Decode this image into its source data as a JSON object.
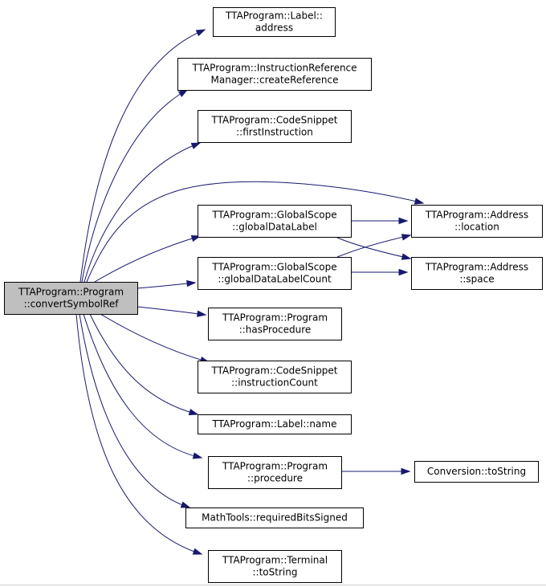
{
  "graph": {
    "edge_color": "#191970",
    "root_fill": "#bfbfbf",
    "nodes": [
      {
        "id": "convertSymbolRef",
        "lines": [
          "TTAProgram::Program",
          "::convertSymbolRef"
        ],
        "root": true
      },
      {
        "id": "label_address",
        "lines": [
          "TTAProgram::Label::",
          "address"
        ]
      },
      {
        "id": "createReference",
        "lines": [
          "TTAProgram::InstructionReference",
          "Manager::createReference"
        ]
      },
      {
        "id": "firstInstruction",
        "lines": [
          "TTAProgram::CodeSnippet",
          "::firstInstruction"
        ]
      },
      {
        "id": "globalDataLabel",
        "lines": [
          "TTAProgram::GlobalScope",
          "::globalDataLabel"
        ]
      },
      {
        "id": "globalDataLabelCount",
        "lines": [
          "TTAProgram::GlobalScope",
          "::globalDataLabelCount"
        ]
      },
      {
        "id": "hasProcedure",
        "lines": [
          "TTAProgram::Program",
          "::hasProcedure"
        ]
      },
      {
        "id": "instructionCount",
        "lines": [
          "TTAProgram::CodeSnippet",
          "::instructionCount"
        ]
      },
      {
        "id": "label_name",
        "lines": [
          "TTAProgram::Label::name"
        ]
      },
      {
        "id": "procedure",
        "lines": [
          "TTAProgram::Program",
          "::procedure"
        ]
      },
      {
        "id": "requiredBitsSigned",
        "lines": [
          "MathTools::requiredBitsSigned"
        ]
      },
      {
        "id": "terminal_toString",
        "lines": [
          "TTAProgram::Terminal",
          "::toString"
        ]
      },
      {
        "id": "address_location",
        "lines": [
          "TTAProgram::Address",
          "::location"
        ]
      },
      {
        "id": "address_space",
        "lines": [
          "TTAProgram::Address",
          "::space"
        ]
      },
      {
        "id": "conversion_toString",
        "lines": [
          "Conversion::toString"
        ]
      }
    ],
    "edges": [
      {
        "from": "convertSymbolRef",
        "to": "label_address"
      },
      {
        "from": "convertSymbolRef",
        "to": "createReference"
      },
      {
        "from": "convertSymbolRef",
        "to": "firstInstruction"
      },
      {
        "from": "convertSymbolRef",
        "to": "address_location"
      },
      {
        "from": "convertSymbolRef",
        "to": "globalDataLabel"
      },
      {
        "from": "convertSymbolRef",
        "to": "globalDataLabelCount"
      },
      {
        "from": "convertSymbolRef",
        "to": "hasProcedure"
      },
      {
        "from": "convertSymbolRef",
        "to": "instructionCount"
      },
      {
        "from": "convertSymbolRef",
        "to": "label_name"
      },
      {
        "from": "convertSymbolRef",
        "to": "procedure"
      },
      {
        "from": "convertSymbolRef",
        "to": "requiredBitsSigned"
      },
      {
        "from": "convertSymbolRef",
        "to": "terminal_toString"
      },
      {
        "from": "globalDataLabel",
        "to": "address_location"
      },
      {
        "from": "globalDataLabel",
        "to": "address_space"
      },
      {
        "from": "globalDataLabelCount",
        "to": "address_location"
      },
      {
        "from": "globalDataLabelCount",
        "to": "address_space"
      },
      {
        "from": "procedure",
        "to": "conversion_toString"
      }
    ]
  }
}
